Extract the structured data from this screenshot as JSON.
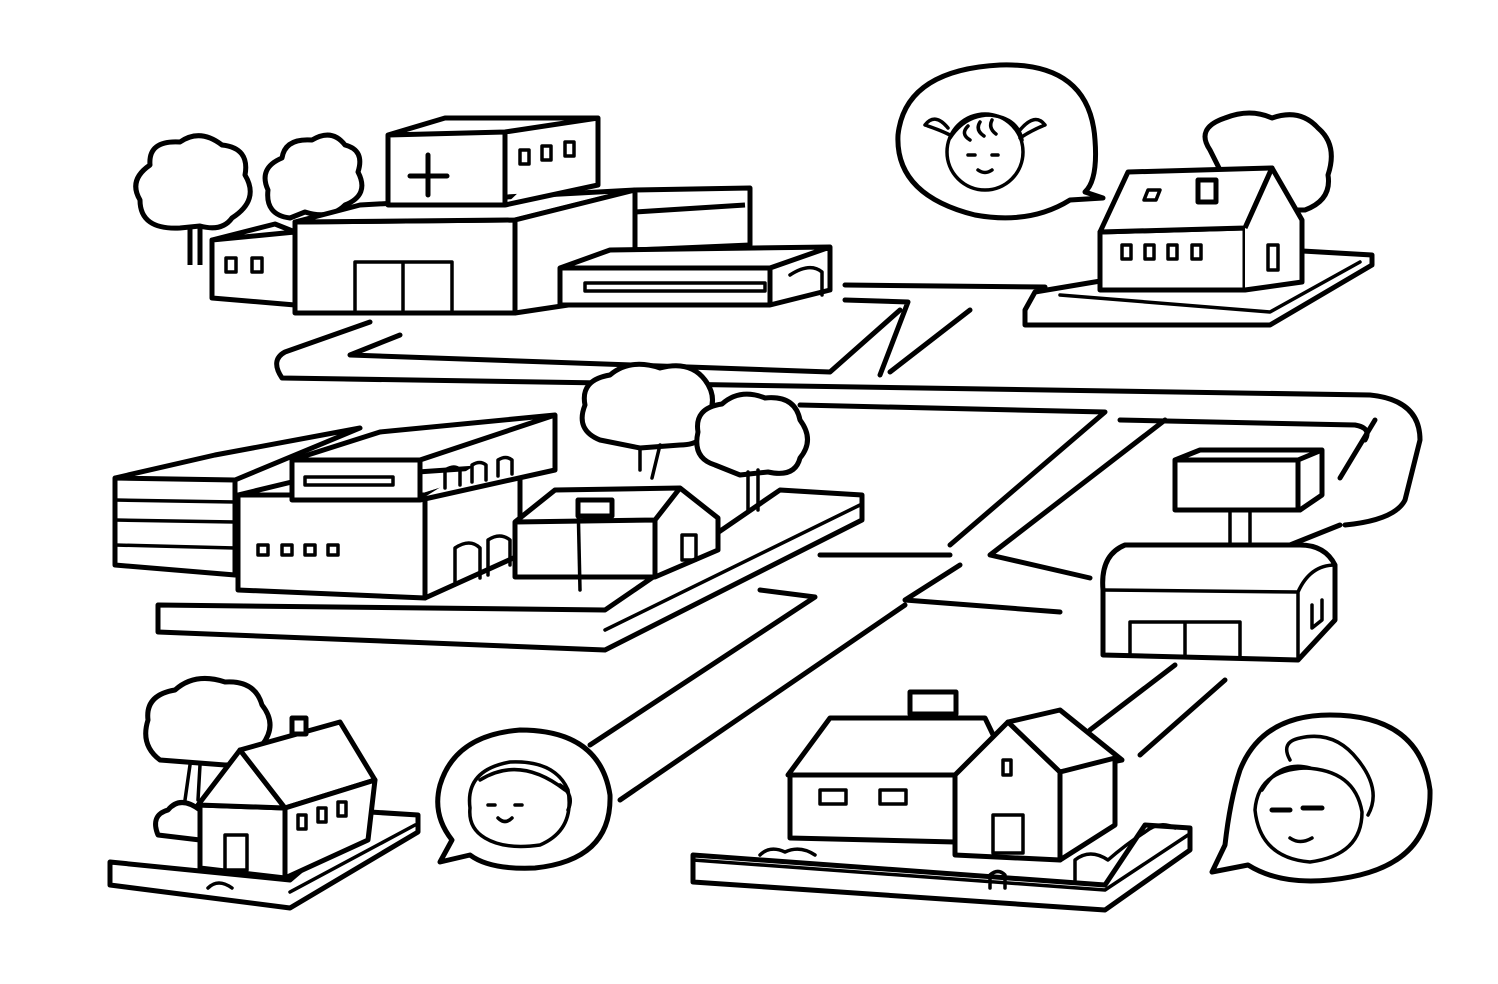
{
  "scene": {
    "style": "black-and-white line-art maze",
    "background_color": "#ffffff",
    "ink_color": "#000000",
    "buildings": [
      "hospital",
      "school",
      "house-top-right",
      "shop-with-signboard",
      "house-bottom-left",
      "house-bottom-center"
    ],
    "characters": [
      "girl-pigtails-face",
      "boy-face",
      "boy-sunglasses-face"
    ],
    "icons": [
      "hospital-cross-icon",
      "flag-icon"
    ]
  }
}
